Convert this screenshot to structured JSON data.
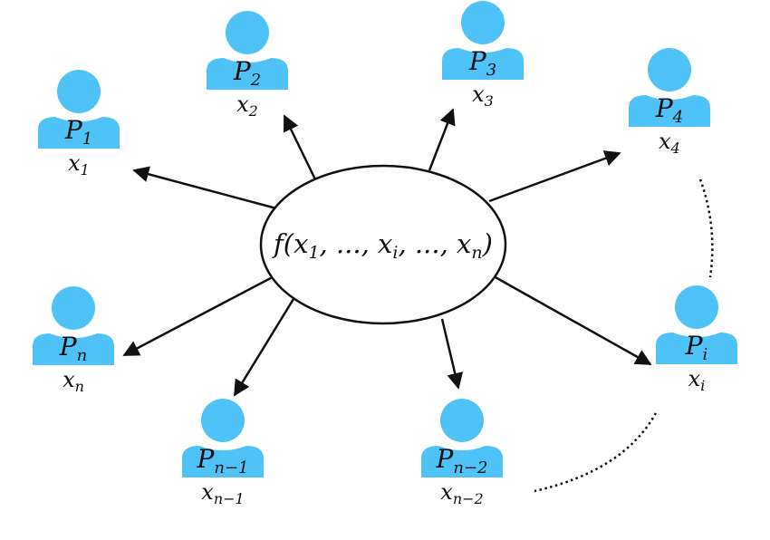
{
  "center": {
    "formula": "f(x",
    "sub_1": "1",
    "mid_1": ", ..., x",
    "sub_i": "i",
    "mid_2": ", ..., x",
    "sub_n": "n",
    "close": ")"
  },
  "nodes": [
    {
      "id": "p1",
      "label": "P",
      "label_sub": "1",
      "var": "x",
      "var_sub": "1"
    },
    {
      "id": "p2",
      "label": "P",
      "label_sub": "2",
      "var": "x",
      "var_sub": "2"
    },
    {
      "id": "p3",
      "label": "P",
      "label_sub": "3",
      "var": "x",
      "var_sub": "3"
    },
    {
      "id": "p4",
      "label": "P",
      "label_sub": "4",
      "var": "x",
      "var_sub": "4"
    },
    {
      "id": "pi",
      "label": "P",
      "label_sub": "i",
      "var": "x",
      "var_sub": "i"
    },
    {
      "id": "pn2",
      "label": "P",
      "label_sub": "n−2",
      "var": "x",
      "var_sub": "n−2"
    },
    {
      "id": "pn1",
      "label": "P",
      "label_sub": "n−1",
      "var": "x",
      "var_sub": "n−1"
    },
    {
      "id": "pn",
      "label": "P",
      "label_sub": "n",
      "var": "x",
      "var_sub": "n"
    }
  ],
  "colors": {
    "person_fill": "#4fc3f7",
    "stroke": "#111111"
  }
}
